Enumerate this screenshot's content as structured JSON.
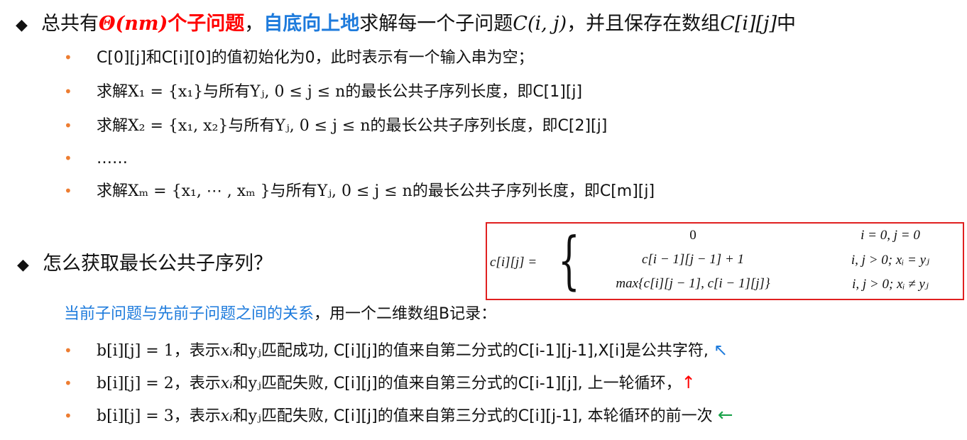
{
  "section1": {
    "text_a": "总共有",
    "theta_expr": "Θ(nm)",
    "text_b": "个子问题",
    "text_c": "，",
    "bottom_up": "自底向上地",
    "text_d": "求解每一个子问题",
    "cij": "C(i, j)",
    "text_e": "，并且保存在数组",
    "array_expr": "C[i][j]",
    "text_f": "中",
    "items": [
      {
        "text": "C[0][j]和C[i][0]的值初始化为0，此时表示有一个输入串为空；"
      },
      {
        "pre": "求解",
        "math": "X₁ = {x₁}",
        "mid": "与所有",
        "math2": "Yⱼ, 0 ≤ j ≤ n",
        "post": "的最长公共子序列长度，即C[1][j]"
      },
      {
        "pre": "求解",
        "math": "X₂ = {x₁, x₂}",
        "mid": "与所有",
        "math2": "Yⱼ, 0 ≤ j ≤ n",
        "post": "的最长公共子序列长度，即C[2][j]"
      },
      {
        "text": "……"
      },
      {
        "pre": "求解",
        "math": "Xₘ = {x₁, ⋯ , xₘ }",
        "mid": "与所有",
        "math2": "Yⱼ, 0 ≤ j ≤ n",
        "post": "的最长公共子序列长度，即C[m][j]"
      }
    ]
  },
  "section2": {
    "title": "怎么获取最长公共子序列？",
    "relation_blue": "当前子问题与先前子问题之间的关系",
    "relation_rest": "，用一个二维数组B记录：",
    "b_items": [
      {
        "math": "b[i][j] = 1",
        "text_a": "，表示",
        "xi": "xᵢ",
        "text_b": "和",
        "yj": "yⱼ",
        "text_c": "匹配成功, C[i][j]的值来自第二分式的C[i-1][j-1],X[i]是公共字符, ",
        "arrow": "↖"
      },
      {
        "math": "b[i][j] = 2",
        "text_a": "，表示",
        "xi": "xᵢ",
        "text_b": "和",
        "yj": "yⱼ",
        "text_c": "匹配失败, C[i][j]的值来自第三分式的C[i-1][j], 上一轮循环，",
        "arrow": "↑"
      },
      {
        "math": "b[i][j] = 3",
        "text_a": "，表示",
        "xi": "xᵢ",
        "text_b": "和",
        "yj": "yⱼ",
        "text_c": "匹配失败, C[i][j]的值来自第三分式的C[i][j-1], 本轮循环的前一次 ",
        "arrow": "←"
      }
    ]
  },
  "formula": {
    "lhs": "c[i][j] =",
    "brace": "{",
    "cases": [
      {
        "expr": "0",
        "cond": "i = 0, j = 0"
      },
      {
        "expr": "c[i − 1][j − 1] + 1",
        "cond": "i, j > 0; xᵢ = yⱼ"
      },
      {
        "expr": "max{c[i][j − 1], c[i − 1][j]}",
        "cond": "i, j > 0; xᵢ ≠ yⱼ"
      }
    ]
  },
  "icons": {
    "main_bullet": "◆",
    "sub_bullet": "•"
  },
  "colors": {
    "red": "#ff0000",
    "blue": "#1e7bdc",
    "orange_bullet": "#ed7d31",
    "green_arrow": "#1aa34a",
    "box_border": "#e02020"
  }
}
